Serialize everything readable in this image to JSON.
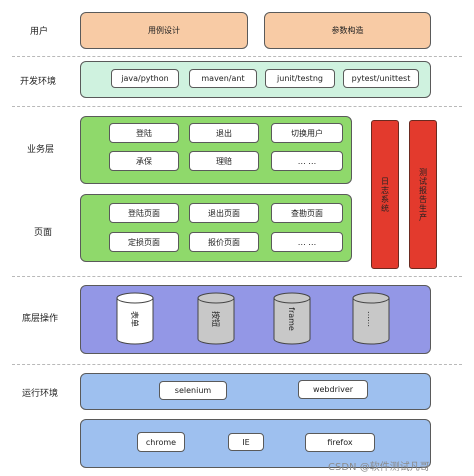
{
  "layers": {
    "user": {
      "label": "用户",
      "boxes": [
        "用例设计",
        "参数构造"
      ]
    },
    "dev_env": {
      "label": "开发环境",
      "boxes": [
        "java/python",
        "maven/ant",
        "junit/testng",
        "pytest/unittest"
      ]
    },
    "business": {
      "label": "业务层",
      "boxes": [
        "登陆",
        "退出",
        "切换用户",
        "承保",
        "理赔",
        "… …"
      ]
    },
    "page": {
      "label": "页面",
      "boxes": [
        "登陆页面",
        "退出页面",
        "查勘页面",
        "定损页面",
        "报价页面",
        "… …"
      ]
    },
    "low_level": {
      "label": "底层操作",
      "cylinders": [
        "表单",
        "按钮",
        "frame",
        "……"
      ]
    },
    "runtime": {
      "label": "运行环境",
      "boxes": [
        "selenium",
        "webdriver"
      ]
    },
    "browsers": {
      "boxes": [
        "chrome",
        "IE",
        "firefox"
      ]
    }
  },
  "side": {
    "log": "日志系统",
    "report": "测试报告生产"
  },
  "watermark": "CSDN @软件测试凡哥",
  "colors": {
    "orange": "#f8cba5",
    "mint": "#cff2df",
    "green": "#8fd96b",
    "purple": "#9397e6",
    "blue": "#9ec0ef",
    "red": "#e33a2d",
    "cylinder": "#c8c8c8"
  }
}
